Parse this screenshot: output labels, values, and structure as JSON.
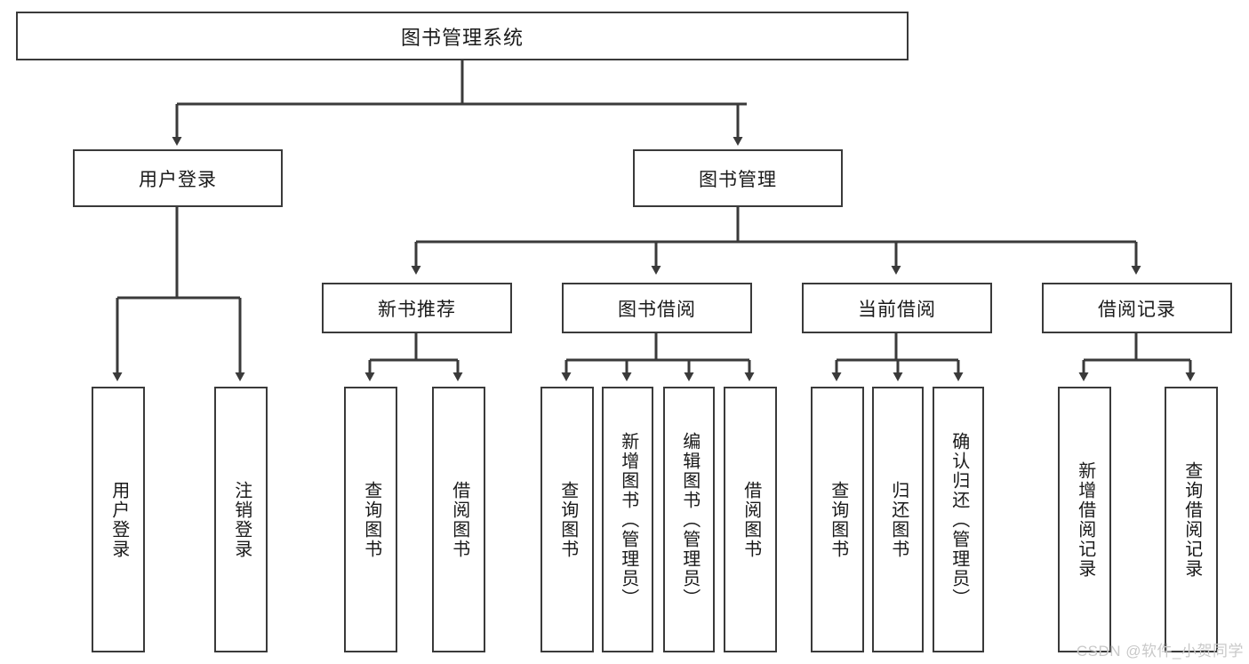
{
  "diagram": {
    "title": "图书管理系统",
    "type": "tree",
    "watermark": "CSDN @软件_小贺同学",
    "colors": {
      "stroke": "#3a3a3a",
      "fill": "#ffffff",
      "text": "#1a1a1a",
      "watermark": "#c9c9c9"
    },
    "levels": {
      "root": {
        "label": "图书管理系统"
      },
      "level2": [
        {
          "label": "用户登录"
        },
        {
          "label": "图书管理"
        }
      ],
      "level3": [
        {
          "label": "新书推荐"
        },
        {
          "label": "图书借阅"
        },
        {
          "label": "当前借阅"
        },
        {
          "label": "借阅记录"
        }
      ],
      "leaves": [
        {
          "label": "用户登录",
          "parent": "用户登录"
        },
        {
          "label": "注销登录",
          "parent": "用户登录"
        },
        {
          "label": "查询图书",
          "parent": "新书推荐"
        },
        {
          "label": "借阅图书",
          "parent": "新书推荐"
        },
        {
          "label": "查询图书",
          "parent": "图书借阅"
        },
        {
          "label": "新增图书（管理员）",
          "parent": "图书借阅"
        },
        {
          "label": "编辑图书（管理员）",
          "parent": "图书借阅"
        },
        {
          "label": "借阅图书",
          "parent": "图书借阅"
        },
        {
          "label": "查询图书",
          "parent": "当前借阅"
        },
        {
          "label": "归还图书",
          "parent": "当前借阅"
        },
        {
          "label": "确认归还（管理员）",
          "parent": "当前借阅"
        },
        {
          "label": "新增借阅记录",
          "parent": "借阅记录"
        },
        {
          "label": "查询借阅记录",
          "parent": "借阅记录"
        }
      ]
    }
  }
}
